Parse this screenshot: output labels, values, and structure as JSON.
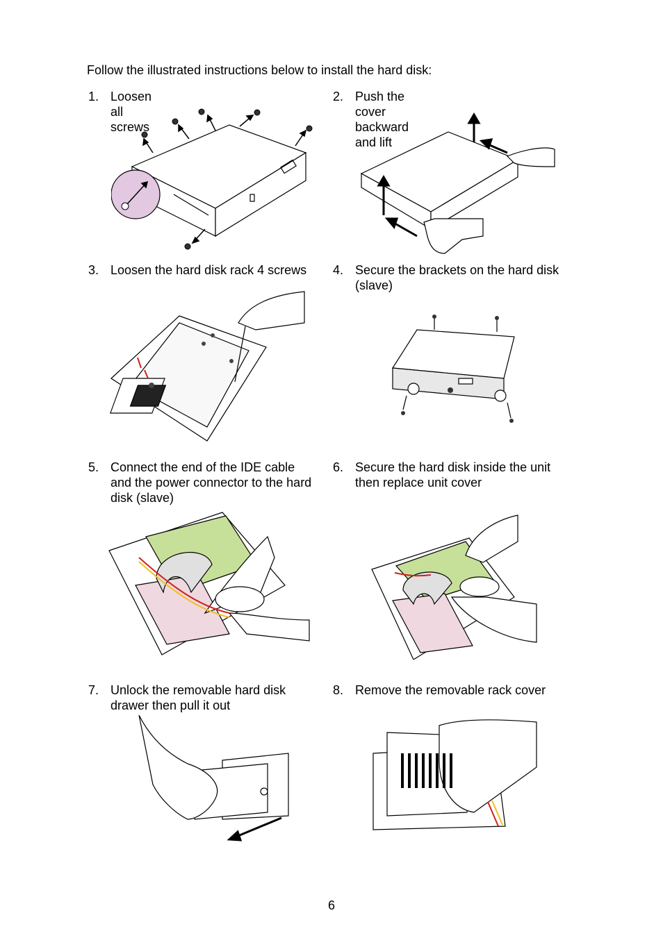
{
  "intro": "Follow the illustrated instructions below to install the hard disk:",
  "steps": [
    {
      "num": "1.",
      "lines": [
        "Loosen all screws"
      ]
    },
    {
      "num": "2.",
      "lines": [
        "Push the cover backward and lift"
      ]
    },
    {
      "num": "3.",
      "lines": [
        "Loosen the hard disk rack 4 screws"
      ]
    },
    {
      "num": "4.",
      "lines": [
        "Secure the brackets on the hard disk",
        "(slave)"
      ]
    },
    {
      "num": "5.",
      "lines": [
        "Connect the end of the IDE cable",
        "and the power connector to the hard",
        "disk (slave)"
      ]
    },
    {
      "num": "6.",
      "lines": [
        "Secure the hard disk inside the unit",
        "then replace unit cover"
      ]
    },
    {
      "num": "7.",
      "lines": [
        "Unlock the removable hard disk",
        "drawer then pull it out"
      ]
    },
    {
      "num": "8.",
      "lines": [
        "Remove the removable rack cover"
      ]
    }
  ],
  "page_number": "6",
  "colors": {
    "highlight": "#e2c8e0",
    "board": "#c6e09a",
    "rack": "#f0d8e0",
    "cable_red": "#d02020",
    "cable_yellow": "#f0c020"
  }
}
